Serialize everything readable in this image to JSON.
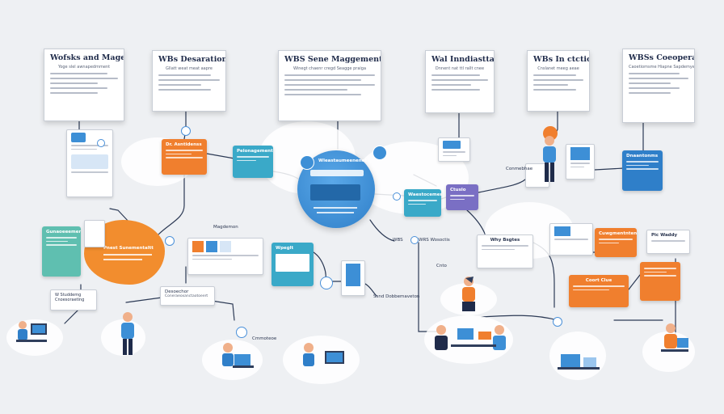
{
  "top_cards": [
    {
      "title": "Wofsks and Magegement",
      "sub": "Yoge slel awnapedmment"
    },
    {
      "title": "WBs Desaration",
      "sub": "Gllatt weat meat aapre"
    },
    {
      "title": "WBS Sene Maggement",
      "sub": "Winegt chaenr cregd Seagge praiga"
    },
    {
      "title": "Wal Inndiasttation",
      "sub": "Dnnent nat ttl rallt cnee"
    },
    {
      "title": "WBs In ctction",
      "sub": "Cnslanet meeg aeae"
    },
    {
      "title": "WBSs Coeoperation",
      "sub": "Caoetiomsme Hiapne Sapdemyent"
    }
  ],
  "nodes": {
    "orange_top": "Dr. Asntidenss",
    "blue_left": "Pelonagement",
    "hub_title": "Wleastaumeenenet",
    "teal_right": "Waestocement",
    "purple": "Ctuslo",
    "rblue": "Dnaantonms",
    "green_left": "Gunaoeeement",
    "blob_label": "Pnest Sunementaltt",
    "magdemon": "Magdemon",
    "wpeglt": "Wpeglt",
    "wbs_s": "WBS",
    "wrs_ws": "WRS Wosoctis",
    "why": "Why Bsgtes",
    "coort": "Coort Clue",
    "pic": "Pic Waddy",
    "cmnt": "Cuwgmentntenet",
    "desoechor": "Desoechor",
    "desoechor_sub": "Coneraeoxanctaotoeert",
    "nstud": "W Studdemg Cnoesoraeting",
    "ssnd": "Ssnd Dobbemaveton",
    "bottom_lbl": "Cmmoteoe",
    "conwebne": "Conmebhae",
    "chat_lbl": "Cnto"
  },
  "colors": {
    "orange": "#f07f2e",
    "blue": "#3d8fd6",
    "teal": "#3aa9c8",
    "purple": "#7a6fc4",
    "green": "#5fbfb0",
    "navy": "#1f2b4a"
  }
}
